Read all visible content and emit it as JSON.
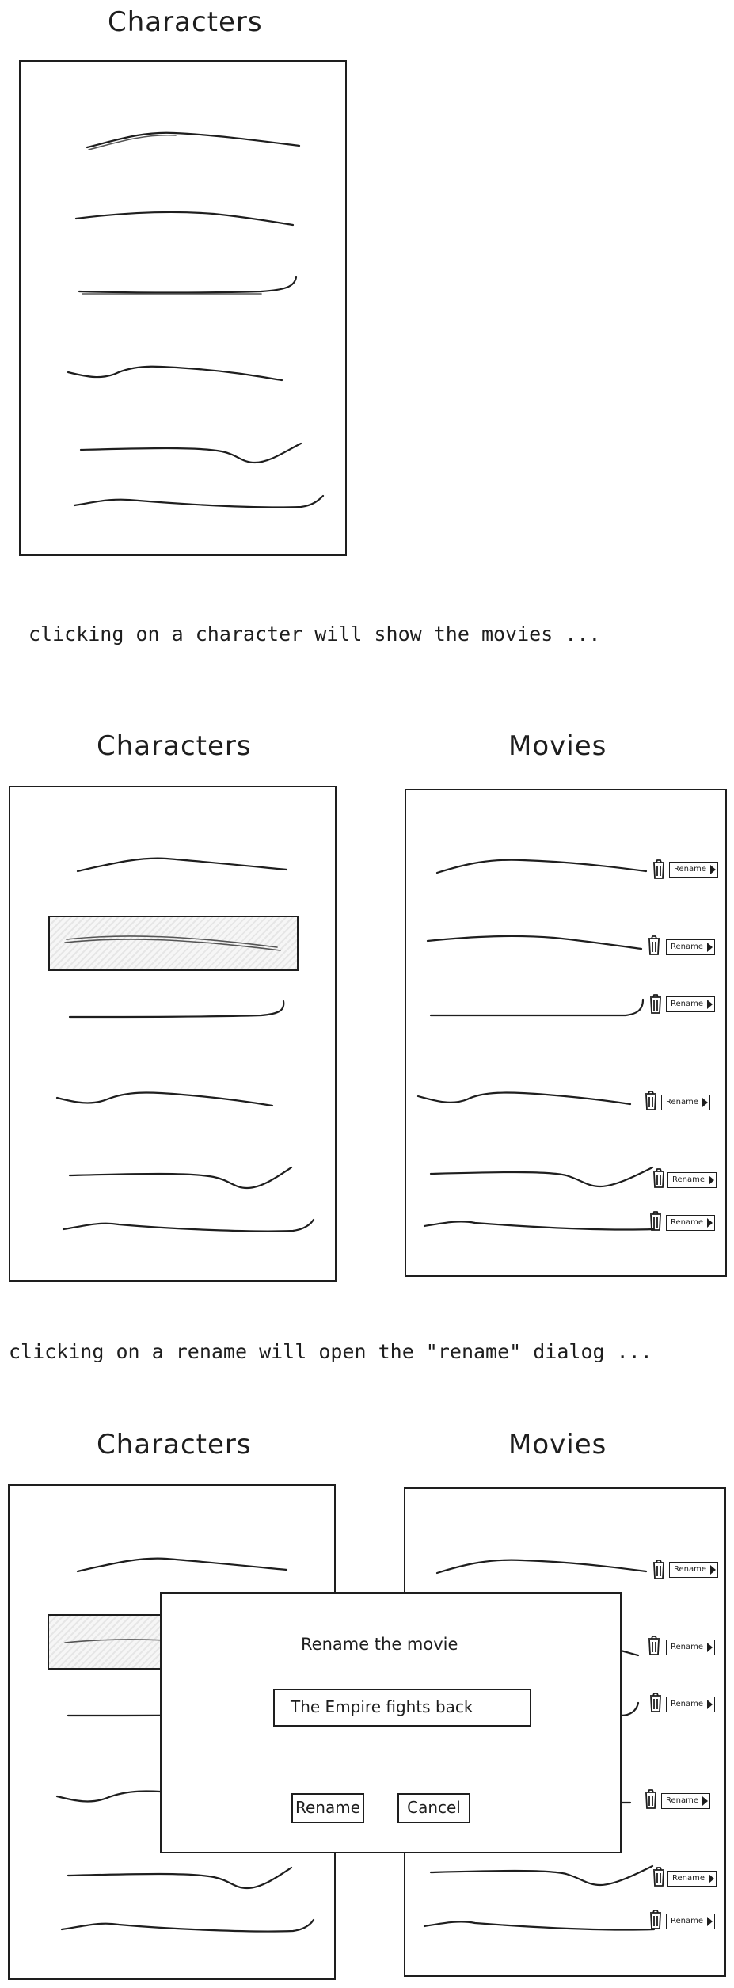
{
  "section1": {
    "characters_title": "Characters",
    "caption": "clicking on a character will show the movies ..."
  },
  "section2": {
    "characters_title": "Characters",
    "movies_title": "Movies",
    "rename_label": "Rename",
    "caption": "clicking on a rename will open the \"rename\" dialog ..."
  },
  "section3": {
    "characters_title": "Characters",
    "movies_title": "Movies",
    "rename_label": "Rename",
    "dialog": {
      "title": "Rename the movie",
      "input_value": "The Empire fights back",
      "rename_button": "Rename",
      "cancel_button": "Cancel"
    }
  },
  "icons": [
    "trash-icon",
    "rename-arrow-icon"
  ]
}
